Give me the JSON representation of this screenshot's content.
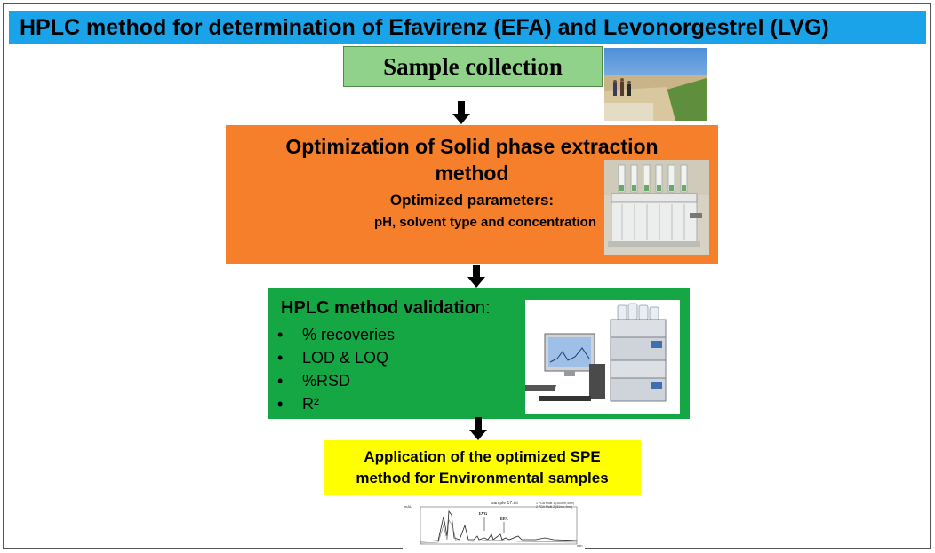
{
  "title": "HPLC method for determination of  Efavirenz (EFA) and Levonorgestrel (LVG)",
  "steps": {
    "sample": {
      "label": "Sample  collection"
    },
    "spe": {
      "line1": "Optimization of  Solid phase extraction",
      "line2": "method",
      "params_title": "Optimized parameters:",
      "params": "pH, solvent type and concentration"
    },
    "validation": {
      "heading_bold": "HPLC method validatio",
      "heading_rest": "n:",
      "bullet": "•",
      "items": [
        "% recoveries",
        "LOD & LOQ",
        "%RSD",
        "R²"
      ]
    },
    "application": {
      "line1": "Application of the optimized SPE",
      "line2": "method for Environmental samples"
    }
  },
  "chromatogram": {
    "title": "sample 17.txt",
    "legend": [
      "1 PDA Multi 1 (300nm,4nm)",
      "2 PDA Multi 2 (51nm,4nm)"
    ],
    "peak_labels": [
      "LVG",
      "EFA"
    ],
    "yunit": "mAU",
    "xunit": "min"
  },
  "colors": {
    "title_bg": "#1aa3e8",
    "sample_bg": "#90d28a",
    "spe_bg": "#f57f2a",
    "validation_bg": "#15a744",
    "application_bg": "#ffff00"
  }
}
